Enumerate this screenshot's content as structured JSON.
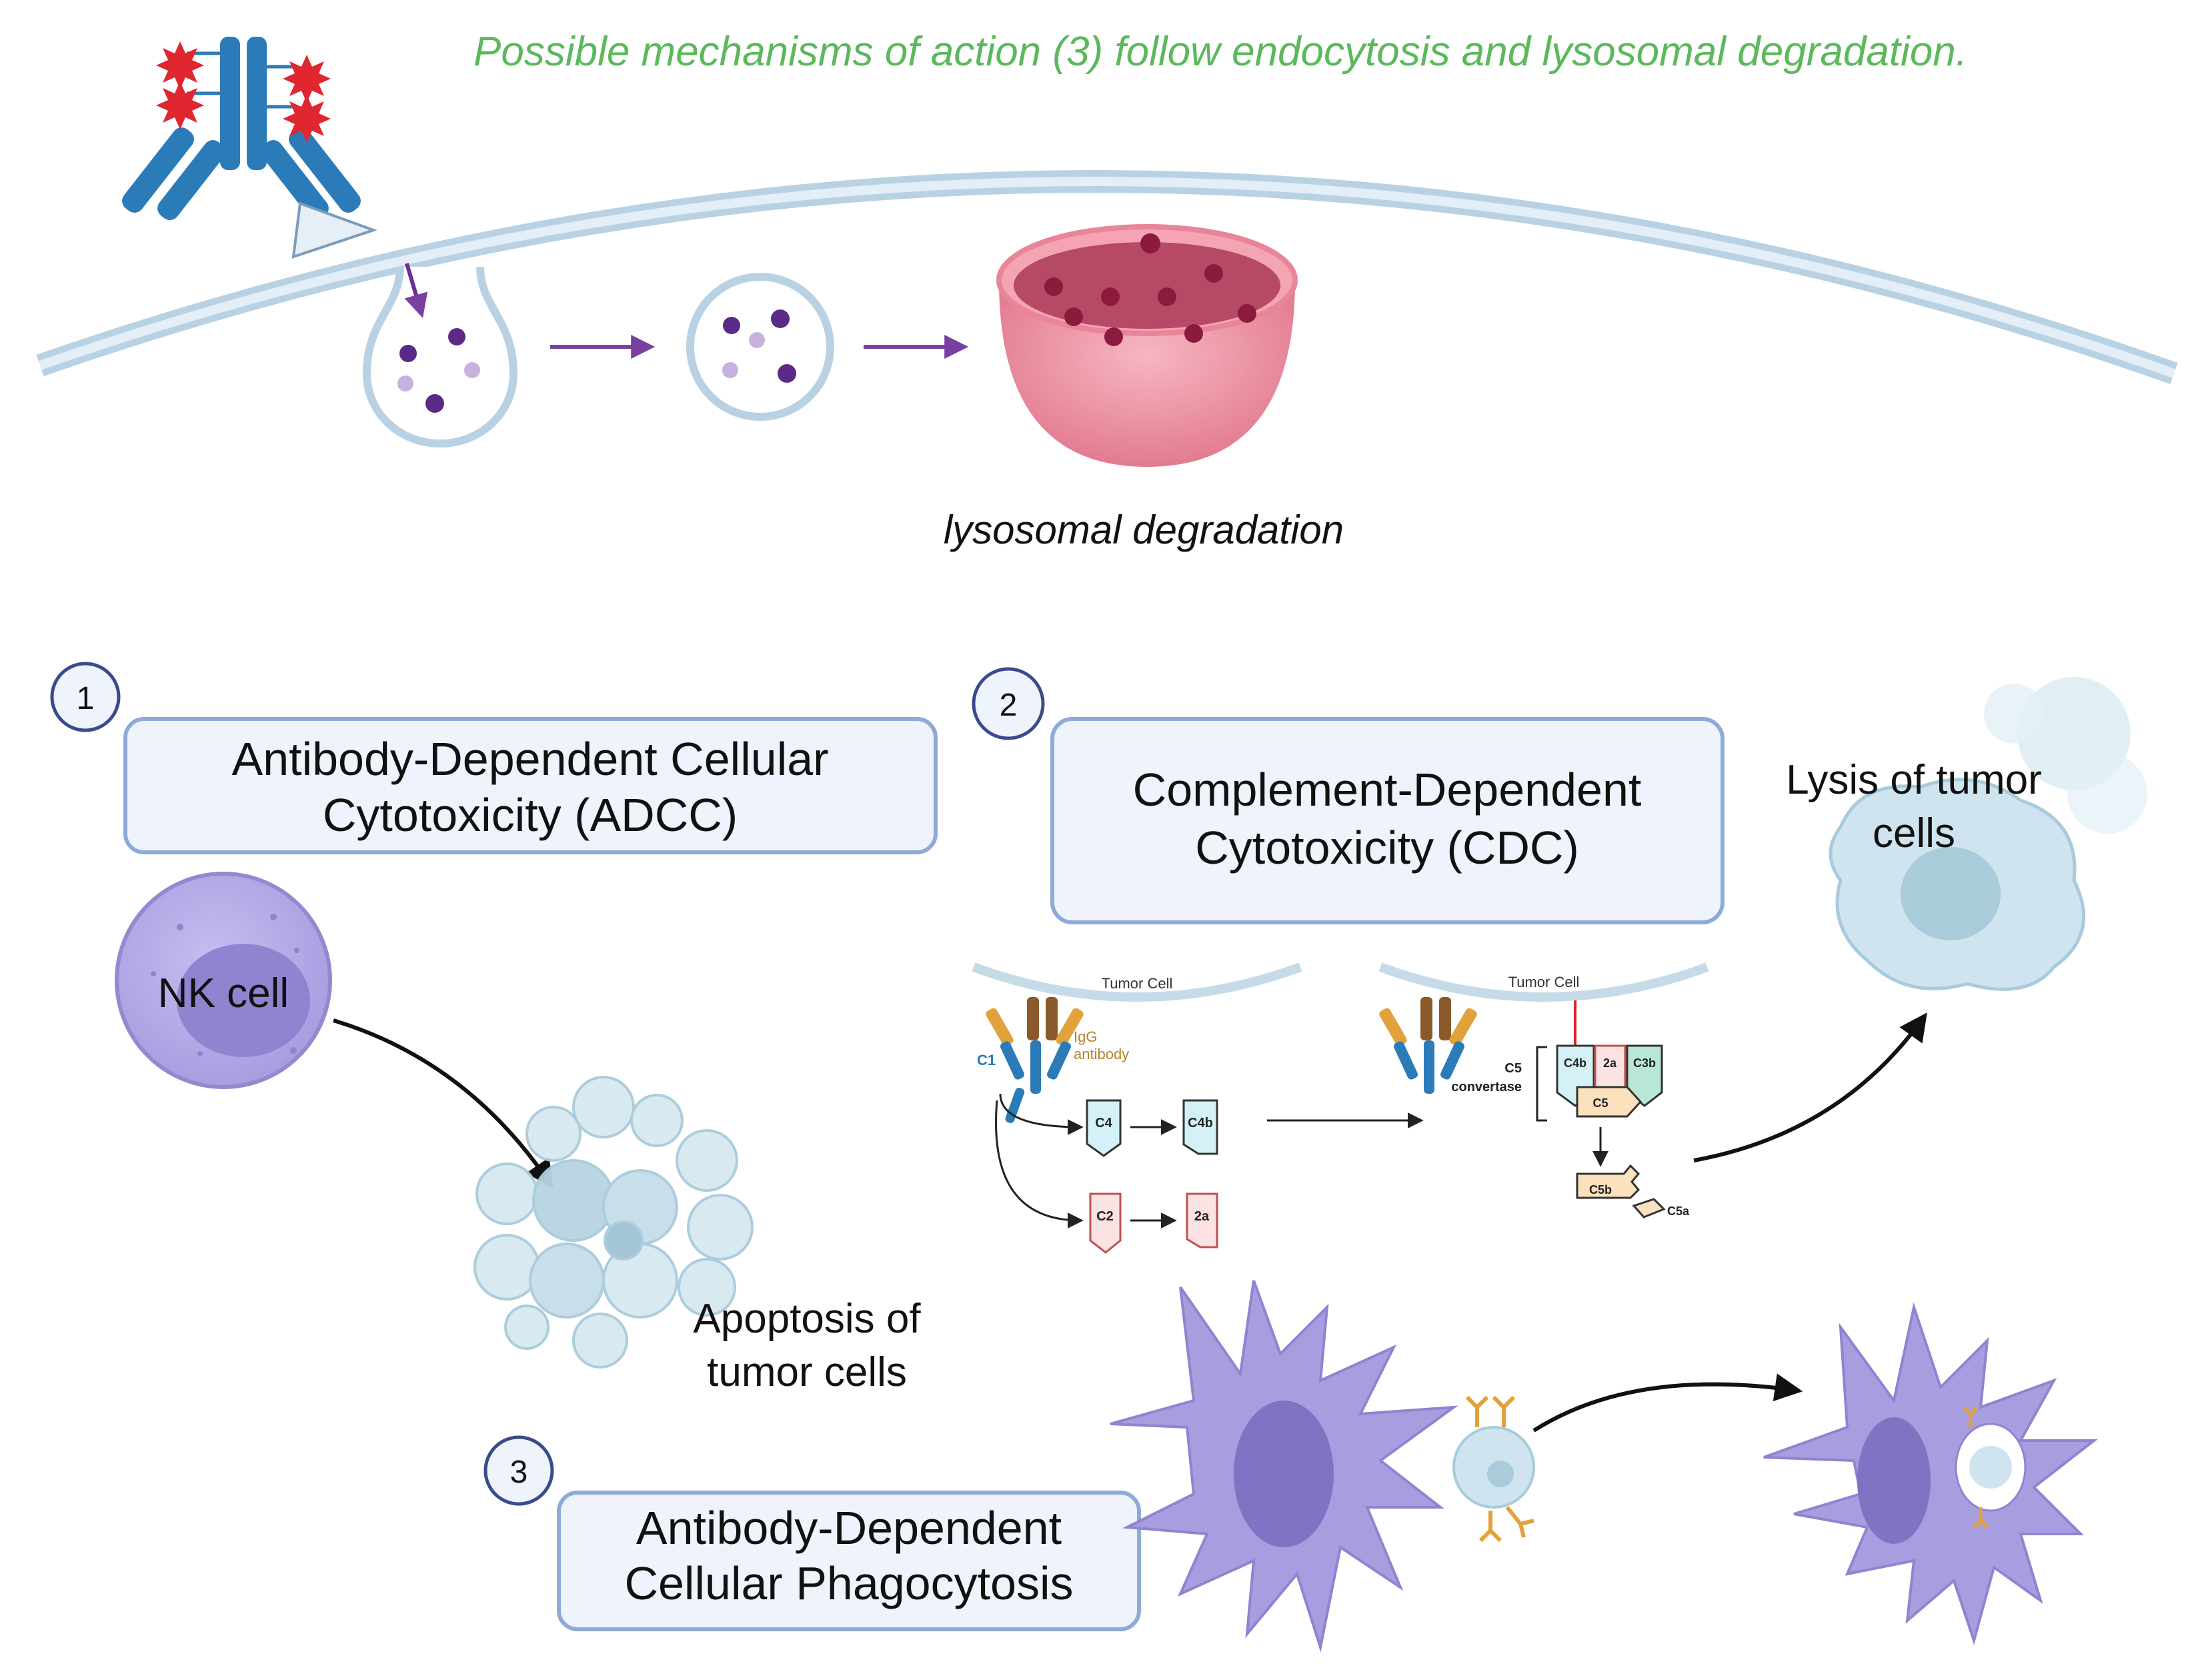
{
  "header": {
    "title": "Possible mechanisms of action (3) follow endocytosis and lysosomal degradation."
  },
  "top_panel": {
    "lysosome_label": "lysosomal degradation"
  },
  "mechanisms": [
    {
      "number": "1",
      "lines": [
        "Antibody-Dependent Cellular",
        "Cytotoxicity (ADCC)"
      ]
    },
    {
      "number": "2",
      "lines": [
        "Complement-Dependent",
        "Cytotoxicity (CDC)"
      ]
    },
    {
      "number": "3",
      "lines": [
        "Antibody-Dependent",
        "Cellular Phagocytosis"
      ]
    }
  ],
  "adcc": {
    "nk_label": "NK cell",
    "outcome_lines": [
      "Apoptosis of",
      "tumor cells"
    ]
  },
  "cdc": {
    "outcome_lines": [
      "Lysis of tumor",
      "cells"
    ],
    "tumor_cell_label": "Tumor Cell",
    "c1": "C1",
    "igg_lines": [
      "IgG",
      "antibody"
    ],
    "c4": "C4",
    "c4b": "C4b",
    "c2": "C2",
    "c2a": "2a",
    "c5_convertase_lines": [
      "C5",
      "convertase"
    ],
    "conv_c4b": "C4b",
    "conv_2a": "2a",
    "conv_c3b": "C3b",
    "conv_c5": "C5",
    "c5b": "C5b",
    "c5a": "C5a"
  },
  "colors": {
    "title_green": "#5cb85c",
    "box_border": "#8fa9d8",
    "box_fill": "#eef3fc",
    "membrane": "#b9d2e3",
    "antibody_blue": "#2b7bb9",
    "lysosome_pink": "#e88598",
    "vesicle_purple": "#5b2a86",
    "cell_purple": "#a79ee0",
    "tumor_blue": "#b9d9e6"
  },
  "icons": [
    "antibody-icon",
    "membrane-curve",
    "vesicle-icon",
    "lysosome-icon",
    "nk-cell-icon",
    "apoptotic-cell-icon",
    "lysed-cell-icon",
    "macrophage-icon"
  ]
}
